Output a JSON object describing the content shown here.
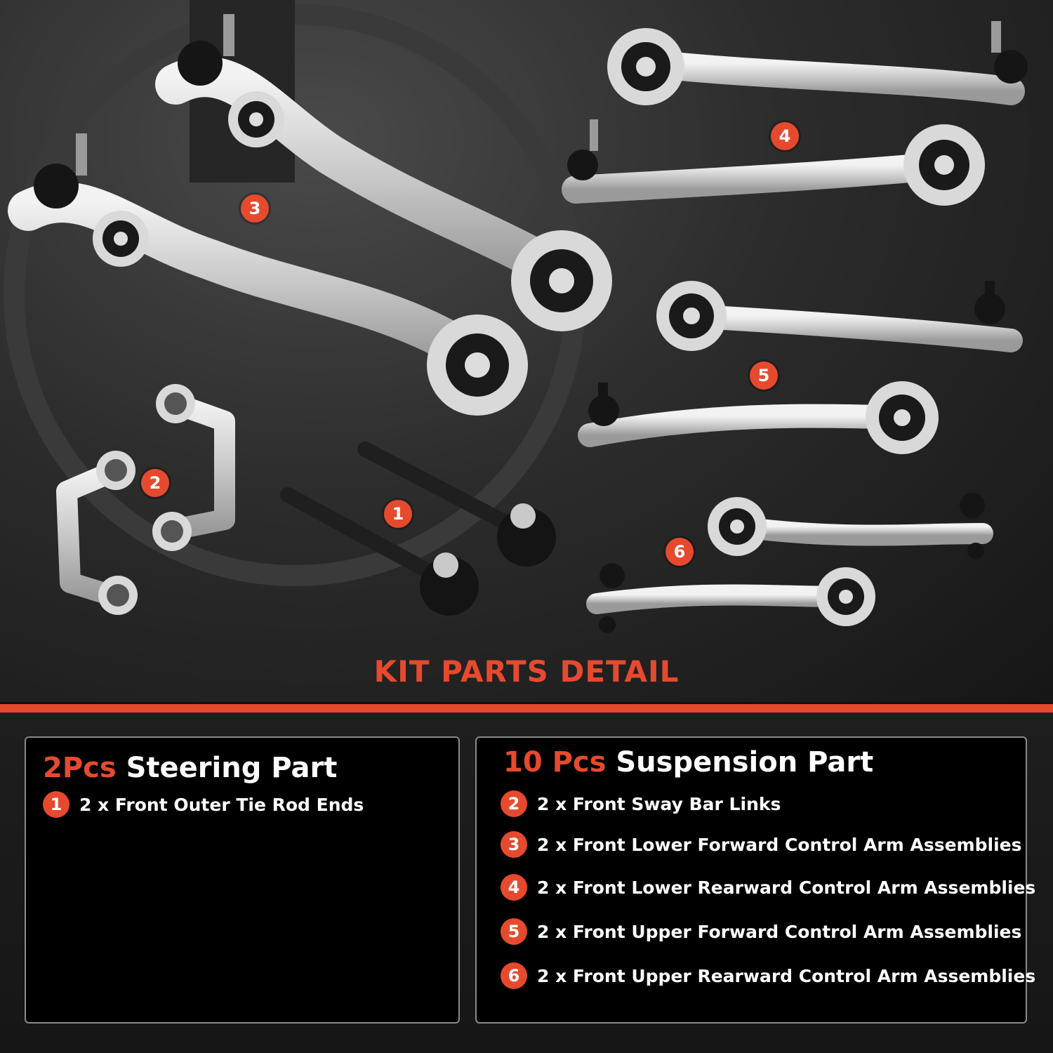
{
  "photo": {
    "callouts": [
      "1",
      "2",
      "3",
      "4",
      "5",
      "6"
    ]
  },
  "kit_title": "KIT PARTS DETAIL",
  "steering": {
    "count": "2Pcs",
    "title": "Steering Part",
    "items": [
      {
        "num": "1",
        "label": "2 x Front Outer Tie Rod Ends"
      }
    ]
  },
  "suspension": {
    "count": "10 Pcs",
    "title": "Suspension Part",
    "items": [
      {
        "num": "2",
        "label": "2 x Front Sway Bar Links"
      },
      {
        "num": "3",
        "label": "2 x Front Lower Forward Control Arm Assemblies"
      },
      {
        "num": "4",
        "label": "2 x Front Lower Rearward Control Arm Assemblies"
      },
      {
        "num": "5",
        "label": "2 x Front Upper Forward Control Arm Assemblies"
      },
      {
        "num": "6",
        "label": "2 x Front Upper Rearward Control Arm Assemblies"
      }
    ]
  },
  "colors": {
    "accent": "#e64a2e",
    "background": "#111111",
    "panel": "#000000",
    "text": "#ffffff"
  }
}
